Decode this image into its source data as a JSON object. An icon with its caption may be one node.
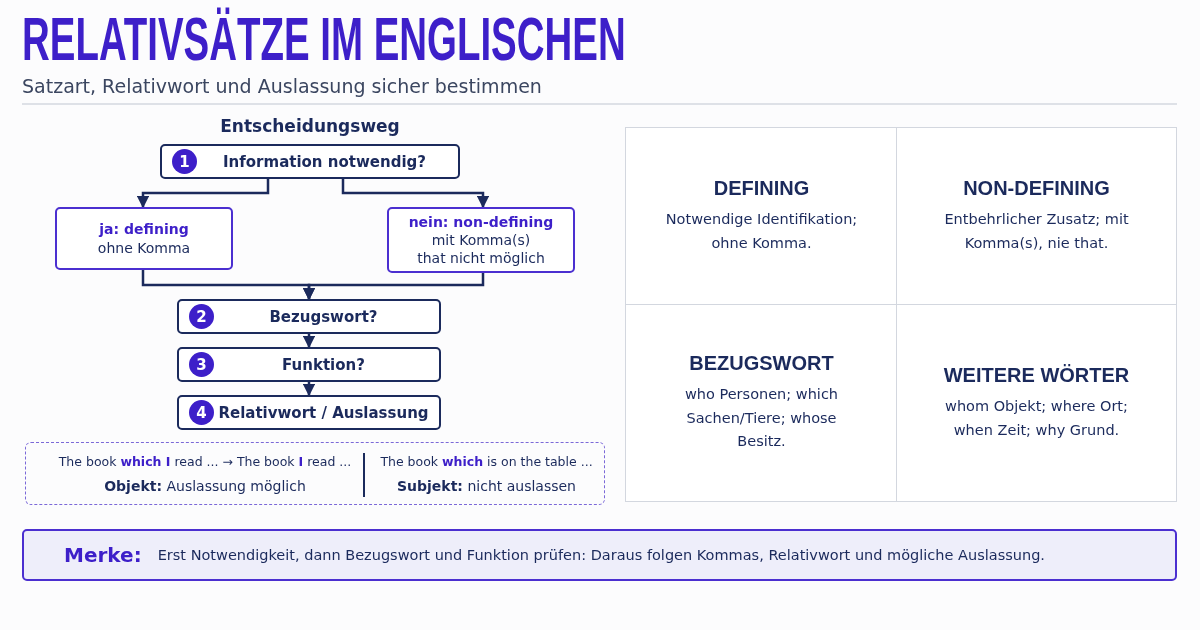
{
  "diagram": {
    "title": "RELATIVSÄTZE IM ENGLISCHEN",
    "nodes": [
      {
        "text": [
          "1",
          "Information notwendig?"
        ]
      },
      {
        "text": [
          "ja: defining",
          "ohne Komma"
        ]
      },
      {
        "text": [
          "nein: non-defining",
          "mit Komma(s)",
          "that nicht möglich"
        ]
      },
      {
        "text": [
          "2",
          "Bezugswort?"
        ]
      },
      {
        "text": [
          "3",
          "Funktion?"
        ]
      },
      {
        "text": [
          "4",
          "Relativwort / Auslassung"
        ]
      },
      {
        "text": [
          "The book **which I** read ...  →  The book **I** read ...",
          "**Objekt:** Auslassung möglich",
          "The book **which** is on the table ...",
          "**Subjekt:** nicht auslassen"
        ]
      },
      {
        "text": [
          "DEFINING",
          "Notwendige Identifikation; ohne Komma."
        ]
      },
      {
        "text": [
          "NON-DEFINING",
          "Entbehrlicher Zusatz; mit Komma(s), nie that."
        ]
      },
      {
        "text": [
          "BEZUGSWORT",
          "who Personen; which Sachen/Tiere; whose Besitz."
        ]
      },
      {
        "text": [
          "WEITERE WÖRTER",
          "whom Objekt; where Ort; when Zeit; why Grund."
        ]
      },
      {
        "text": [
          "Merke:",
          "Erst Notwendigkeit, dann Bezugswort und Funktion prüfen: Daraus folgen Kommas, Relativwort und mögliche Auslassung."
        ]
      }
    ],
    "edges": [
      {
        "from": 0,
        "to": 1,
        "arrow": "to"
      },
      {
        "from": 0,
        "to": 2,
        "arrow": "to"
      },
      {
        "from": 1,
        "to": 3,
        "arrow": "to"
      },
      {
        "from": 2,
        "to": 3,
        "arrow": "to"
      },
      {
        "from": 3,
        "to": 4,
        "arrow": "to"
      },
      {
        "from": 4,
        "to": 5,
        "arrow": "to"
      }
    ],
    "labels": [
      "Satzart, Relativwort und Auslassung sicher bestimmen",
      "Entscheidungsweg"
    ]
  }
}
